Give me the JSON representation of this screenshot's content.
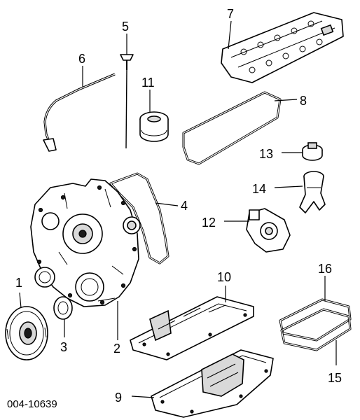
{
  "diagram": {
    "reference_number": "004-10639",
    "callouts": {
      "c1": "1",
      "c2": "2",
      "c3": "3",
      "c4": "4",
      "c5": "5",
      "c6": "6",
      "c7": "7",
      "c8": "8",
      "c9": "9",
      "c10": "10",
      "c11": "11",
      "c12": "12",
      "c13": "13",
      "c14": "14",
      "c15": "15",
      "c16": "16"
    }
  }
}
